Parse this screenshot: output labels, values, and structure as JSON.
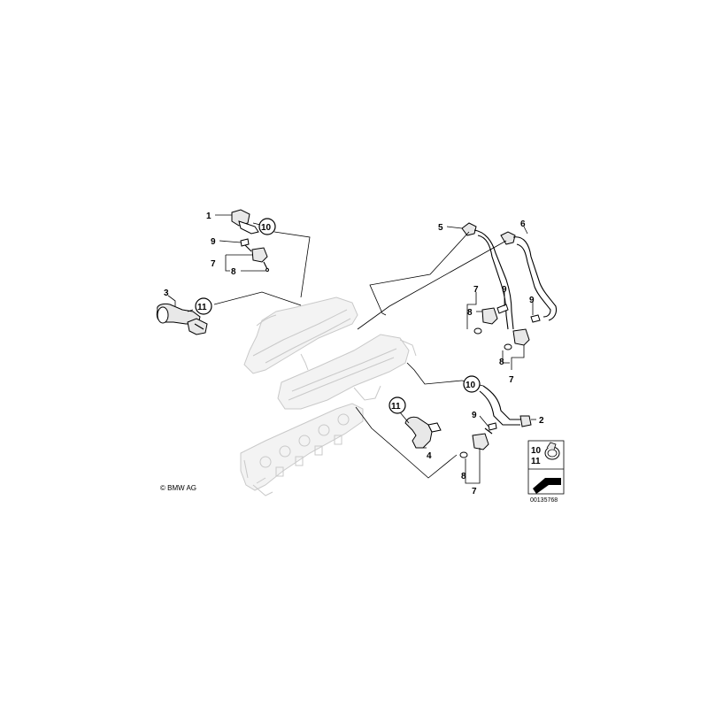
{
  "labels": {
    "l1": "1",
    "l10a": "10",
    "l9a": "9",
    "l7a": "7",
    "l8a": "8",
    "l3": "3",
    "l11a": "11",
    "l5": "5",
    "l6": "6",
    "l7b": "7",
    "l9b": "9",
    "l8b": "8",
    "l9c": "9",
    "l8c": "8",
    "l7c": "7",
    "l10b": "10",
    "l11b": "11",
    "l4": "4",
    "l9d": "9",
    "l2": "2",
    "l8d": "8",
    "l7d": "7"
  },
  "legend": {
    "num1": "10",
    "num2": "11"
  },
  "copyright": "© BMW AG",
  "figure_id": "00135768"
}
